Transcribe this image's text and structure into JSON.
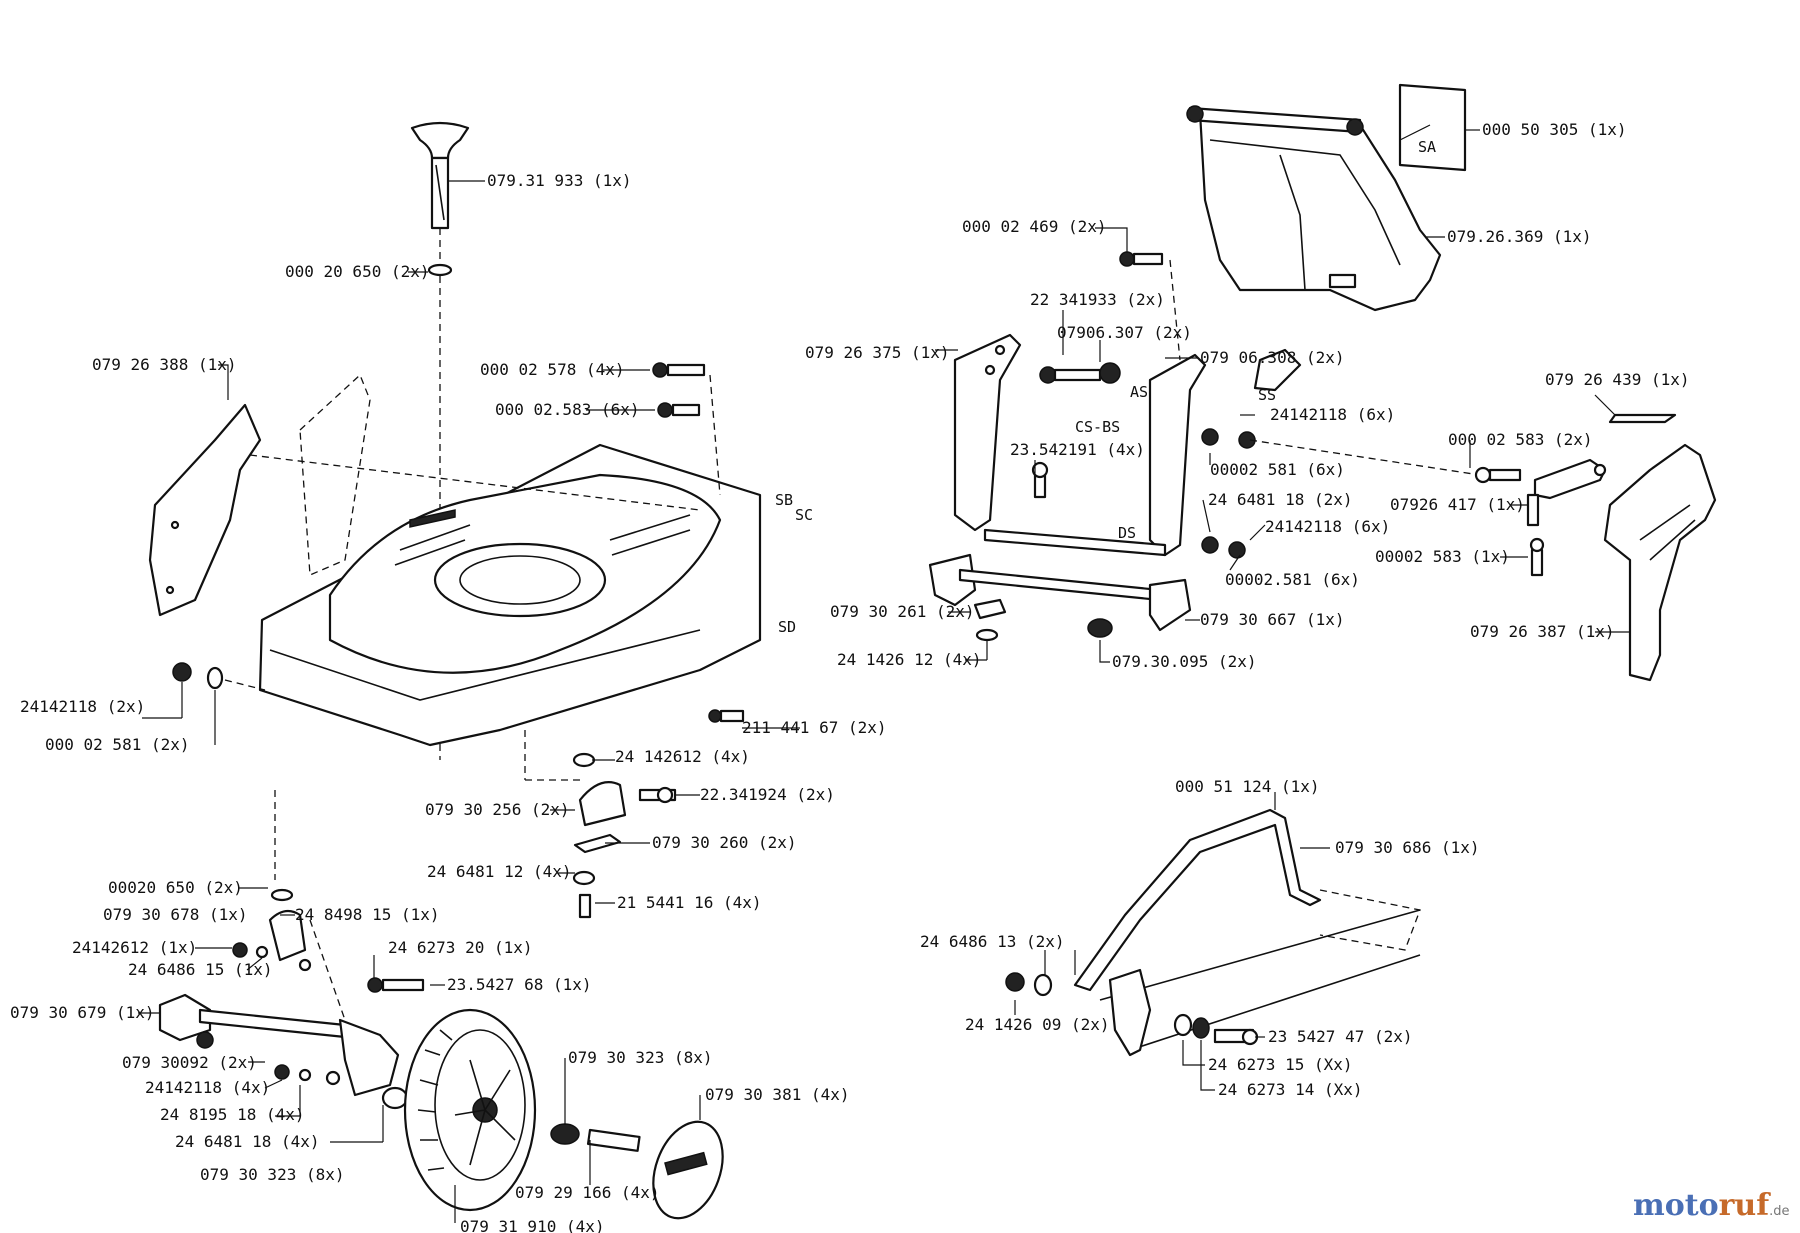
{
  "labels": {
    "p079_31_933": "079.31 933 (1x)",
    "p000_20_650_a": "000 20 650 (2x)",
    "p079_26_388": "079 26 388 (1x)",
    "p000_02_578": "000 02 578 (4x)",
    "p000_02_583_a": "000 02.583 (6x)",
    "p241_421_18_a": "24142118 (2x)",
    "p000_02_581_a": "000 02 581 (2x)",
    "p211_441_67": "211 441 67 (2x)",
    "p241_426_12_a": "24 142612 (4x)",
    "p079_30_256": "079 30 256 (2x)",
    "p223_419_24": "22.341924 (2x)",
    "p079_30_260": "079 30 260 (2x)",
    "p246_481_12": "24 6481 12 (4x)",
    "p215_441_16": "21 5441 16 (4x)",
    "p000_20_650_b": "00020 650 (2x)",
    "p248_498_15": "24 8498 15 (1x)",
    "p079_30_678": "079 30 678 (1x)",
    "p241_426_12_b": "24142612 (1x)",
    "p246_486_15": "24 6486 15 (1x)",
    "p246_273_20": "24 6273 20 (1x)",
    "p235_427_68": "23.5427 68 (1x)",
    "p079_30_679": "079 30 679 (1x)",
    "p079_30_092": "079 30092 (2x)",
    "p079_30_323_a": "079 30 323 (8x)",
    "p241_421_18_b": "24142118 (4x)",
    "p248_195_18": "24 8195 18 (4x)",
    "p246_481_18_a": "24 6481 18 (4x)",
    "p079_30_323_b": "079 30 323 (8x)",
    "p079_30_381": "079 30 381 (4x)",
    "p079_29_166": "079 29 166 (4x)",
    "p079_31_910": "079 31 910 (4x)",
    "p000_50_305": "000 50 305 (1x)",
    "p079_26_369": "079.26.369 (1x)",
    "p000_02_469": "000 02 469 (2x)",
    "p223_419_33": "22 341933 (2x)",
    "p079_06_307": "07906.307 (2x)",
    "p079_06_308": "079 06.308 (2x)",
    "p079_26_375": "079 26 375 (1x)",
    "p241_421_18_c": "24142118 (6x)",
    "p235_421_91": "23.542191 (4x)",
    "p000_02_581_b": "00002 581 (6x)",
    "p079_26_439": "079 26 439 (1x)",
    "p000_02_583_b": "000 02 583 (2x)",
    "p246_481_18_b": "24 6481 18 (2x)",
    "p241_421_18_d": "24142118 (6x)",
    "p079_26_417": "07926 417 (1x)",
    "p000_02_581_c": "00002.581 (6x)",
    "p000_02_583_c": "00002 583 (1x)",
    "p079_30_261": "079 30 261 (2x)",
    "p079_30_667": "079 30 667 (1x)",
    "p241_426_12_c": "24 1426 12 (4x)",
    "p079_30_095": "079.30.095 (2x)",
    "p079_26_387": "079 26 387 (1x)",
    "p000_51_124": "000 51 124 (1x)",
    "p079_30_686": "079 30 686 (1x)",
    "p246_486_13": "24 6486 13 (2x)",
    "p241_426_09": "24 1426 09 (2x)",
    "p235_427_47": "23 5427 47 (2x)",
    "p246_273_15": "24 6273 15 (Xx)",
    "p246_273_14": "24 6273 14 (Xx)"
  },
  "refs": {
    "sa": "SA",
    "sb": "SB",
    "sc": "SC",
    "sd": "SD",
    "as": "AS",
    "ss": "SS",
    "cs_bs": "CS-BS",
    "ds": "DS"
  },
  "watermark": {
    "part1": "moto",
    "part2": "ruf",
    "suffix": ".de"
  },
  "colors": {
    "line": "#111111",
    "watermark_blue": "#4a6fb5",
    "watermark_orange": "#c66a2a"
  }
}
